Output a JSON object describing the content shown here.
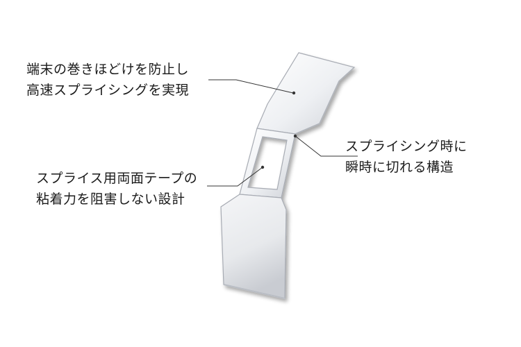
{
  "annotations": {
    "prevent_unravel": {
      "line1": "端末の巻きほどけを防止し",
      "line2": "高速スプライシングを実現"
    },
    "break_structure": {
      "line1": "スプライシング時に",
      "line2": "瞬時に切れる構造"
    },
    "no_adhesion_impact": {
      "line1": "スプライス用両面テープの",
      "line2": "粘着力を阻害しない設計"
    }
  },
  "colors": {
    "text": "#1a1a1a",
    "leader_line": "#333333",
    "tape_light": "#f5f6f8",
    "tape_dark": "#c9ccd2",
    "tape_edge": "#9ea2aa"
  }
}
